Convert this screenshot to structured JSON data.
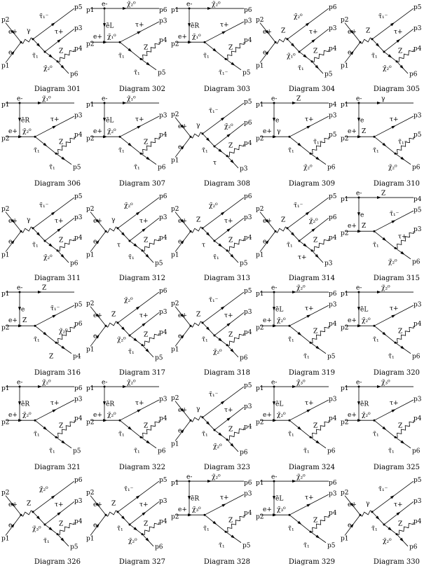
{
  "diagrams": [
    {
      "caption": "Diagram 301",
      "type": "A",
      "labels": [
        "p2",
        "e+",
        "e-",
        "p1",
        "γ",
        "τ̃₁⁻",
        "p5",
        "τ+",
        "p3",
        "τ̃₁",
        "Z",
        "p4",
        "χ̃₂⁰",
        "p6"
      ]
    },
    {
      "caption": "Diagram 302",
      "type": "B",
      "labels": [
        "p1",
        "e-",
        "χ̃₂⁰",
        "p6",
        "ẽL",
        "p2",
        "e+",
        "χ̃₁⁰",
        "τ+",
        "p3",
        "τ̃₁",
        "Z",
        "p4",
        "τ̃₁",
        "p5"
      ]
    },
    {
      "caption": "Diagram 303",
      "type": "B",
      "labels": [
        "p1",
        "e-",
        "χ̃₂⁰",
        "p6",
        "ẽR",
        "p2",
        "e+",
        "χ̃₁⁰",
        "τ+",
        "p3",
        "τ̃₁",
        "Z",
        "p4",
        "τ̃₁⁻",
        "p5"
      ]
    },
    {
      "caption": "Diagram 304",
      "type": "A",
      "labels": [
        "p2",
        "e+",
        "e-",
        "p1",
        "Z",
        "χ̃₂⁰",
        "p6",
        "τ+",
        "p3",
        "χ̃₁⁰",
        "Z",
        "p4",
        "τ̃₁",
        "p5"
      ]
    },
    {
      "caption": "Diagram 305",
      "type": "A",
      "labels": [
        "p2",
        "e+",
        "e-",
        "p1",
        "Z",
        "τ̃₁⁻",
        "p5",
        "τ+",
        "p3",
        "τ̃₁",
        "Z",
        "p4",
        "χ̃₂⁰",
        "p6"
      ]
    },
    {
      "caption": "Diagram 306",
      "type": "B",
      "labels": [
        "p1",
        "e-",
        "χ̃₁⁰",
        "",
        "ẽR",
        "p2",
        "e+",
        "χ̃₂⁰",
        "τ+",
        "p3",
        "τ̃₁",
        "Z",
        "p4",
        "τ̃₁",
        "p5"
      ]
    },
    {
      "caption": "Diagram 307",
      "type": "B",
      "labels": [
        "p1",
        "e-",
        "χ̃₁⁰",
        "",
        "ẽL",
        "p2",
        "e+",
        "χ̃₂⁰",
        "τ+",
        "p3",
        "τ̃₁",
        "Z",
        "p4",
        "τ̃₁",
        "p6"
      ]
    },
    {
      "caption": "Diagram 308",
      "type": "A",
      "labels": [
        "p2",
        "e+",
        "e-",
        "p1",
        "γ",
        "τ̃₁⁻",
        "p5",
        "χ̃₂⁰",
        "p6",
        "τ̃₁",
        "Z",
        "p4",
        "τ",
        "p3"
      ]
    },
    {
      "caption": "Diagram 309",
      "type": "B",
      "labels": [
        "p1",
        "e-",
        "Z",
        "p4",
        "e",
        "p2",
        "e+",
        "γ",
        "τ+",
        "p3",
        "τ̃₁",
        "τ̃₁⁻",
        "p5",
        "χ̃₂⁰",
        "p6"
      ]
    },
    {
      "caption": "Diagram 310",
      "type": "B",
      "labels": [
        "p1",
        "e-",
        "γ",
        "",
        "e",
        "p2",
        "e+",
        "Z",
        "τ+",
        "p3",
        "τ̃₁",
        "τ̃₁⁻",
        "p5",
        "χ̃₂⁰",
        "p6"
      ]
    },
    {
      "caption": "Diagram 311",
      "type": "A",
      "labels": [
        "p2",
        "e+",
        "e-",
        "p1",
        "γ",
        "τ̃₁⁻",
        "p5",
        "τ+",
        "p3",
        "τ̃₁",
        "Z",
        "p4",
        "χ̃₂⁰",
        "p6"
      ]
    },
    {
      "caption": "Diagram 312",
      "type": "A",
      "labels": [
        "p2",
        "e+",
        "e-",
        "p1",
        "γ",
        "χ̃₂⁰",
        "p6",
        "τ+",
        "p3",
        "τ",
        "Z",
        "p4",
        "τ̃₁",
        "p5"
      ]
    },
    {
      "caption": "Diagram 313",
      "type": "A",
      "labels": [
        "p2",
        "e+",
        "e-",
        "p1",
        "Z",
        "χ̃₂⁰",
        "p6",
        "τ+",
        "p3",
        "τ",
        "Z",
        "p4",
        "τ̃₁",
        "p5"
      ]
    },
    {
      "caption": "Diagram 314",
      "type": "A",
      "labels": [
        "p2",
        "e+",
        "e-",
        "p1",
        "Z",
        "τ̃₁⁻",
        "p5",
        "χ̃₂⁰",
        "p6",
        "τ̃₁",
        "Z",
        "p4",
        "τ+",
        "p3"
      ]
    },
    {
      "caption": "Diagram 315",
      "type": "B",
      "labels": [
        "p1",
        "e-",
        "Z",
        "p4",
        "e",
        "p2",
        "e+",
        "Z",
        "τ̃₁⁻",
        "p5",
        "τ̃₁",
        "τ+",
        "p3",
        "χ̃₂⁰",
        "p6"
      ]
    },
    {
      "caption": "Diagram 316",
      "type": "B",
      "labels": [
        "p1",
        "e-",
        "Z",
        "",
        "e",
        "p2",
        "e+",
        "Z",
        "τ̃₁⁻",
        "p5",
        "τ̃₁",
        "χ̃₂⁰",
        "p6",
        "Z",
        "p4"
      ]
    },
    {
      "caption": "Diagram 317",
      "type": "A",
      "labels": [
        "p2",
        "e+",
        "e-",
        "p1",
        "Z",
        "χ̃₂⁰",
        "p6",
        "τ+",
        "p3",
        "χ̃₂⁰",
        "Z",
        "p4",
        "τ̃₁",
        "p5"
      ]
    },
    {
      "caption": "Diagram 318",
      "type": "A",
      "labels": [
        "p2",
        "e+",
        "e-",
        "p1",
        "Z",
        "τ̃₁⁻",
        "p5",
        "τ+",
        "p3",
        "τ̃₁",
        "Z",
        "p4",
        "χ̃₂⁰",
        "p6"
      ]
    },
    {
      "caption": "Diagram 319",
      "type": "B",
      "labels": [
        "p1",
        "e-",
        "χ̃₂⁰",
        "p6",
        "ẽL",
        "p2",
        "e+",
        "χ̃₂⁰",
        "τ+",
        "p3",
        "τ̃₁",
        "Z",
        "p4",
        "τ̃₁",
        "p5"
      ]
    },
    {
      "caption": "Diagram 320",
      "type": "B",
      "labels": [
        "p1",
        "e-",
        "χ̃₂⁰",
        "",
        "ẽL",
        "p2",
        "e+",
        "χ̃₂⁰",
        "τ+",
        "p3",
        "τ̃₁",
        "Z",
        "p4",
        "τ̃₁",
        "p6"
      ]
    },
    {
      "caption": "Diagram 321",
      "type": "B",
      "labels": [
        "p1",
        "e-",
        "χ̃₂⁰",
        "p6",
        "ẽR",
        "p2",
        "e+",
        "χ̃₂⁰",
        "τ+",
        "p3",
        "τ̃₁",
        "Z",
        "p4",
        "τ̃₁",
        "p5"
      ]
    },
    {
      "caption": "Diagram 322",
      "type": "B",
      "labels": [
        "p1",
        "e-",
        "χ̃₂⁰",
        "",
        "ẽR",
        "p2",
        "e+",
        "χ̃₂⁰",
        "τ+",
        "p3",
        "τ̃₁",
        "Z",
        "p4",
        "τ̃₁",
        "p6"
      ]
    },
    {
      "caption": "Diagram 323",
      "type": "A",
      "labels": [
        "p2",
        "e+",
        "e-",
        "p1",
        "γ",
        "τ̃₁⁻",
        "p5",
        "τ+",
        "p3",
        "τ̃₁",
        "Z",
        "p4",
        "χ̃₂⁰",
        "p6"
      ]
    },
    {
      "caption": "Diagram 324",
      "type": "B",
      "labels": [
        "p1",
        "e-",
        "χ̃₃⁰",
        "",
        "ẽL",
        "p2",
        "e+",
        "χ̃₂⁰",
        "τ+",
        "p3",
        "τ̃₁",
        "Z",
        "p4",
        "τ̃₁",
        "p6"
      ]
    },
    {
      "caption": "Diagram 325",
      "type": "B",
      "labels": [
        "p1",
        "e-",
        "χ̃₃⁰",
        "",
        "ẽR",
        "p2",
        "e+",
        "χ̃₂⁰",
        "τ+",
        "p3",
        "τ̃₁",
        "Z",
        "p4",
        "τ̃₁",
        "p6"
      ]
    },
    {
      "caption": "Diagram 326",
      "type": "A",
      "labels": [
        "p2",
        "e+",
        "e-",
        "p1",
        "Z",
        "χ̃₂⁰",
        "p6",
        "τ+",
        "p3",
        "χ̃₃⁰",
        "Z",
        "p4",
        "τ̃₁",
        "p5"
      ]
    },
    {
      "caption": "Diagram 327",
      "type": "A",
      "labels": [
        "p2",
        "e+",
        "e-",
        "p1",
        "Z",
        "τ̃₁⁻",
        "p5",
        "τ+",
        "p3",
        "τ̃₁",
        "Z",
        "p4",
        "χ̃₂⁰",
        "p6"
      ]
    },
    {
      "caption": "Diagram 328",
      "type": "B",
      "labels": [
        "p1",
        "e-",
        "χ̃₂⁰",
        "p6",
        "ẽR",
        "p2",
        "e+",
        "χ̃₃⁰",
        "τ+",
        "p3",
        "τ̃₁",
        "Z",
        "p4",
        "τ̃₁",
        "p5"
      ]
    },
    {
      "caption": "Diagram 329",
      "type": "B",
      "labels": [
        "p1",
        "e-",
        "χ̃₂⁰",
        "p6",
        "ẽL",
        "p2",
        "e+",
        "χ̃₃⁰",
        "τ+",
        "p3",
        "τ̃₁",
        "Z",
        "p4",
        "τ̃₁",
        "p5"
      ]
    },
    {
      "caption": "Diagram 330",
      "type": "A",
      "labels": [
        "p2",
        "e+",
        "e-",
        "p1",
        "γ",
        "τ̃₁⁻",
        "p5",
        "τ+",
        "p3",
        "τ̃₁",
        "Z",
        "p4",
        "χ̃₂⁰",
        "p6"
      ]
    }
  ]
}
